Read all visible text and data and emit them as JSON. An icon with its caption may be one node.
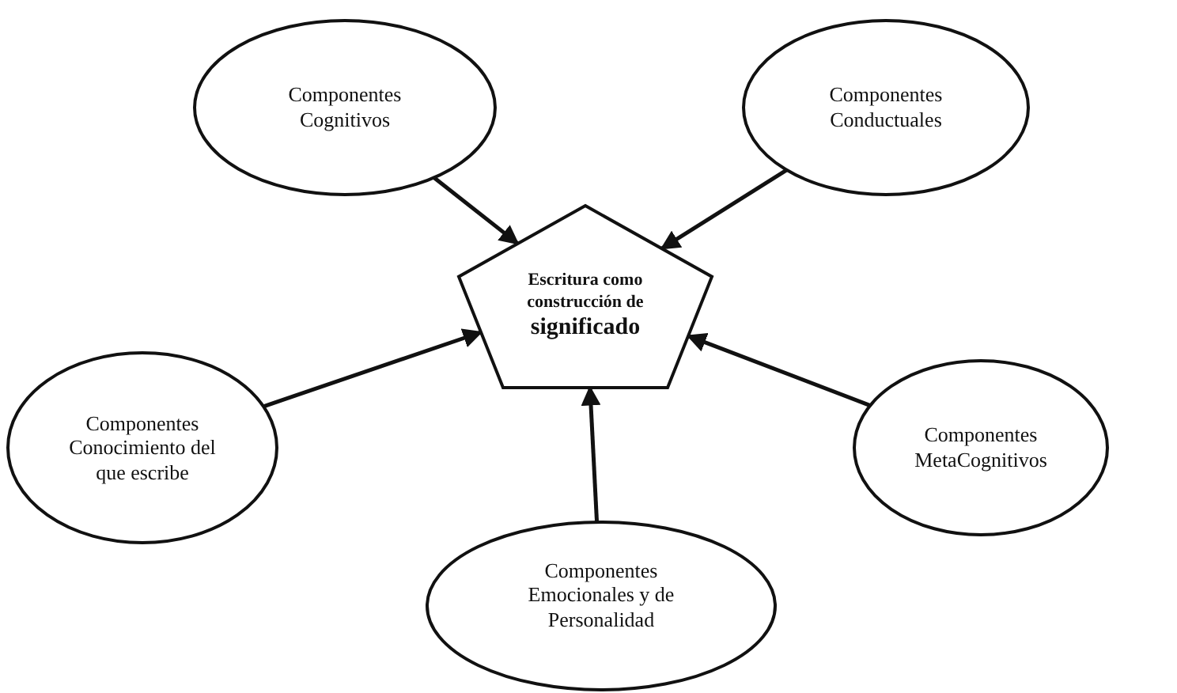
{
  "diagram": {
    "nodes": [
      {
        "text": [
          "Escritura como construcción de",
          "significado"
        ]
      },
      {
        "text": [
          "Componentes Cognitivos"
        ]
      },
      {
        "text": [
          "Componentes Conductuales"
        ]
      },
      {
        "text": [
          "Componentes Conocimiento del que escribe"
        ]
      },
      {
        "text": [
          "Componentes MetaCognitivos"
        ]
      },
      {
        "text": [
          "Componentes Emocionales y de Personalidad"
        ]
      }
    ],
    "edges": [
      {
        "from": 1,
        "to": 0,
        "arrow": "to"
      },
      {
        "from": 2,
        "to": 0,
        "arrow": "to"
      },
      {
        "from": 3,
        "to": 0,
        "arrow": "to"
      },
      {
        "from": 4,
        "to": 0,
        "arrow": "to"
      },
      {
        "from": 5,
        "to": 0,
        "arrow": "to"
      }
    ]
  }
}
